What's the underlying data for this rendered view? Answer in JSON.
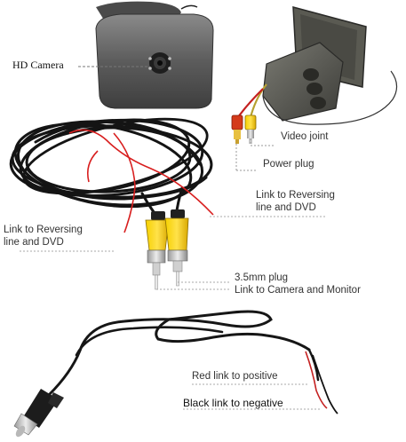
{
  "labels": {
    "hd_camera": "HD Camera",
    "video_joint": "Video joint",
    "power_plug": "Power plug",
    "link_right_line1": "Link to Reversing",
    "link_right_line2": "line and DVD",
    "link_left_line1": "Link to Reversing",
    "link_left_line2": "line and DVD",
    "plug_size": "3.5mm plug",
    "link_camera_monitor": "Link to Camera and Monitor",
    "red_link": "Red link to positive",
    "black_link": "Black link to negative"
  },
  "colors": {
    "cable": "#141414",
    "red_wire": "#d81e1e",
    "rca_yellow": "#f2c200",
    "camera_body": "#6e6e6e",
    "leader_line": "#888888"
  }
}
